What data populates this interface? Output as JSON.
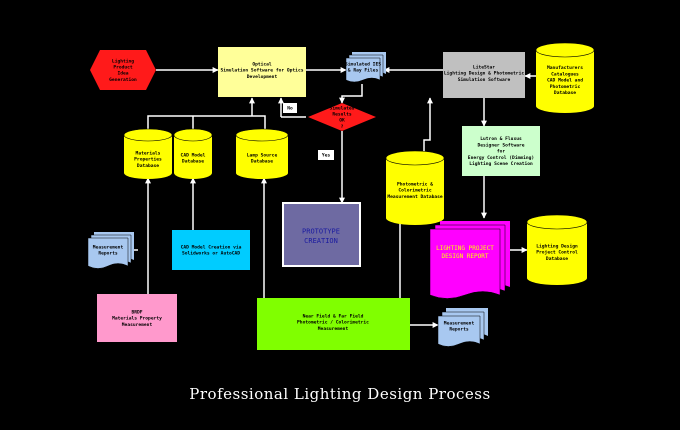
{
  "diagram": {
    "title": "Professional Lighting Design Process",
    "colors": {
      "background": "#000000",
      "hexagon_red": "#ff1a1a",
      "pale_yellow": "#ffff99",
      "gray": "#c0c0c0",
      "yellow": "#ffff00",
      "light_blue": "#a8c8f0",
      "pale_green": "#ccffcc",
      "cyan": "#00ccff",
      "purple_gray": "#6e6aa2",
      "pink": "#ff99cc",
      "lime": "#80ff00",
      "magenta": "#ff00ff",
      "white": "#ffffff"
    },
    "nodes": {
      "idea": [
        "Lighting",
        "Product",
        "Idea",
        "Generation"
      ],
      "optical_sim": [
        "Optical",
        "Simulation Software for Optics",
        "Development"
      ],
      "ies_files": [
        "Simulated IES",
        "& Ray Files"
      ],
      "litestar": [
        "LiteStar",
        "Lighting Design & Photometric",
        "Simulation Software"
      ],
      "manufacturers_db": [
        "Manufacturers",
        "Catalogues",
        "CAD Model and",
        "Photometric",
        "Database"
      ],
      "simulated_ok": [
        "Simulated",
        "Results",
        "OK",
        "?"
      ],
      "no_label": "No",
      "yes_label": "Yes",
      "materials_db": [
        "Materials",
        "Properties",
        "Database"
      ],
      "cad_db": [
        "CAD Model",
        "Database"
      ],
      "lamp_db": [
        "Lamp Source",
        "Database"
      ],
      "lutron": [
        "Lutron & Fluxus",
        "Designer Software",
        "for",
        "Energy Control (Dimming)",
        "Lighting Scene Creation"
      ],
      "photometric_db": [
        "Photometric &",
        "Colorimetric",
        "Measurement Database"
      ],
      "prototype": [
        "PROTOTYPE",
        "CREATION"
      ],
      "cad_creation": [
        "CAD Model Creation via",
        "Solidworks or AutoCAD"
      ],
      "measurement_reports_left": [
        "Measurement",
        "Reports"
      ],
      "lighting_report": [
        "LIGHTING PROJECT",
        "DESIGN REPORT"
      ],
      "project_db": [
        "Lighting Design",
        "Project Control",
        "Database"
      ],
      "brdf": [
        "BRDF",
        "Materials Property",
        "Measurement"
      ],
      "near_far": [
        "Near Field & Far Field",
        "Photometric / Colorimetric",
        "Measurement"
      ],
      "measurement_reports_right": [
        "Measurement",
        "Reports"
      ]
    }
  }
}
